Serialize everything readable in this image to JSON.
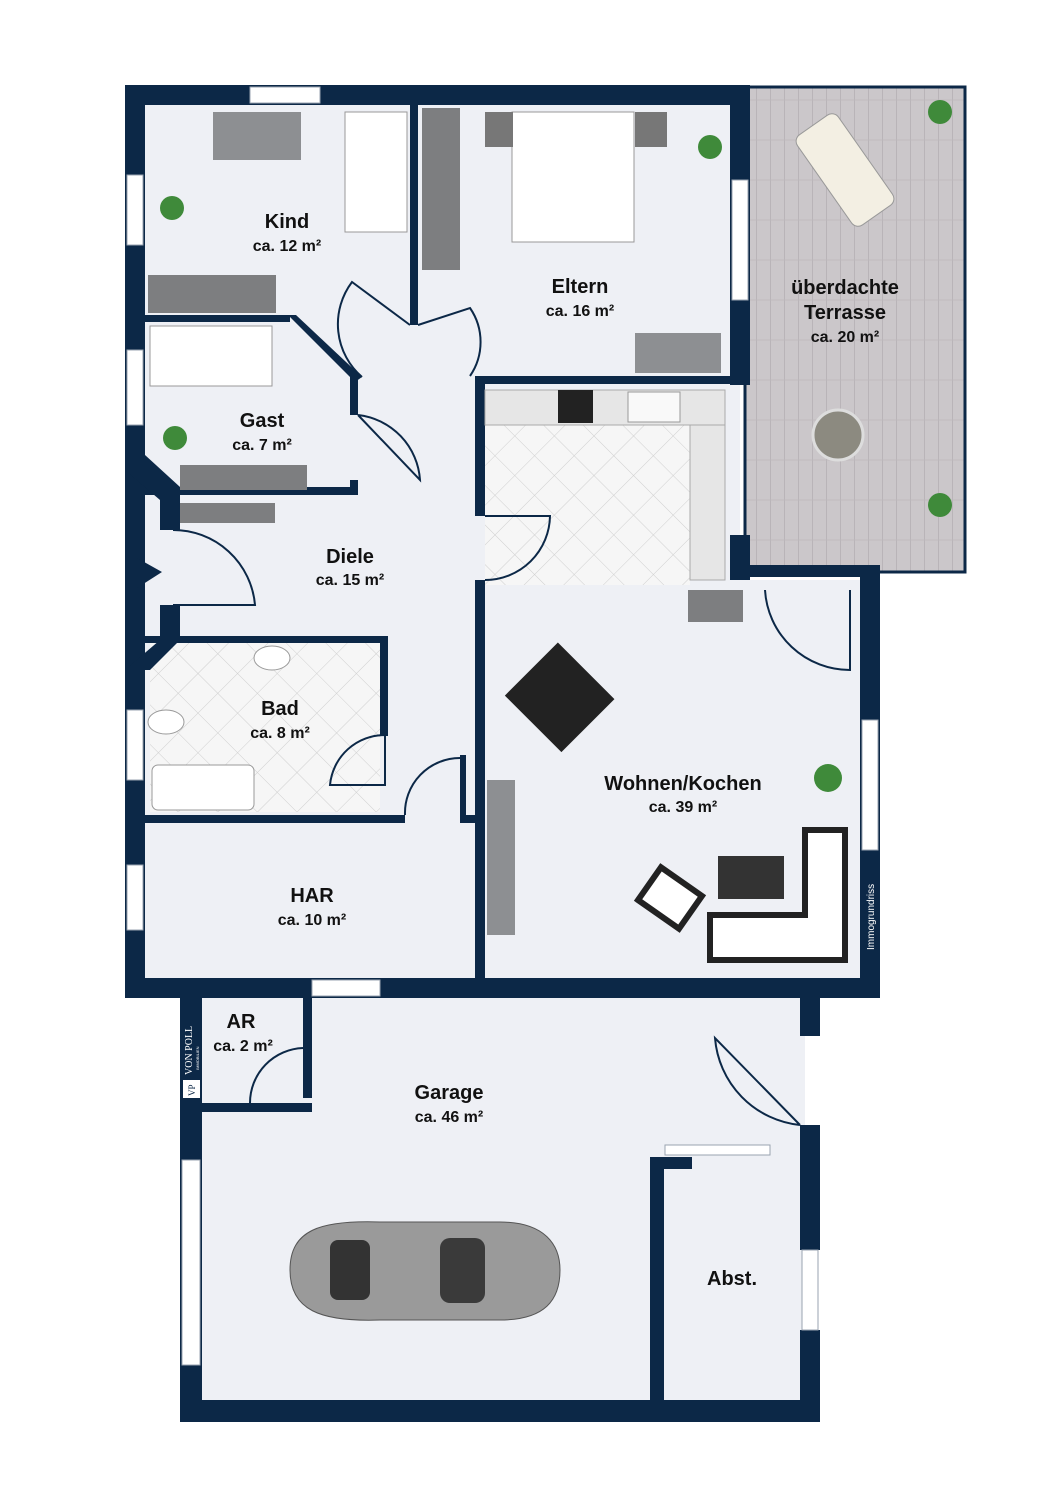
{
  "colors": {
    "wall": "#0c2847",
    "floor": "#eef0f5",
    "terrace": "#c9c5c8",
    "tile": "#f4f4f4",
    "window": "#ffffff",
    "car": "#9a9a9a"
  },
  "rooms": {
    "kind": {
      "name": "Kind",
      "area": "ca. 12 m²"
    },
    "eltern": {
      "name": "Eltern",
      "area": "ca. 16 m²"
    },
    "terrasse": {
      "name_line1": "überdachte",
      "name_line2": "Terrasse",
      "area": "ca. 20 m²"
    },
    "gast": {
      "name": "Gast",
      "area": "ca. 7 m²"
    },
    "diele": {
      "name": "Diele",
      "area": "ca. 15 m²"
    },
    "bad": {
      "name": "Bad",
      "area": "ca. 8 m²"
    },
    "wohnen": {
      "name": "Wohnen/Kochen",
      "area": "ca. 39 m²"
    },
    "har": {
      "name": "HAR",
      "area": "ca. 10 m²"
    },
    "ar": {
      "name": "AR",
      "area": "ca. 2 m²"
    },
    "garage": {
      "name": "Garage",
      "area": "ca. 46 m²"
    },
    "abst": {
      "name": "Abst."
    }
  },
  "watermarks": {
    "right": "Immogrundriss",
    "left": "VON POLL",
    "left_sub": "IMMOBILIEN",
    "left_logo": "VP"
  },
  "icons": [
    "entrance-arrow-icon",
    "bed-icon",
    "desk-icon",
    "plant-icon",
    "sofa-icon",
    "dining-table-icon",
    "car-icon",
    "bathtub-icon",
    "toilet-icon",
    "sink-icon",
    "stove-icon",
    "lounger-icon"
  ]
}
